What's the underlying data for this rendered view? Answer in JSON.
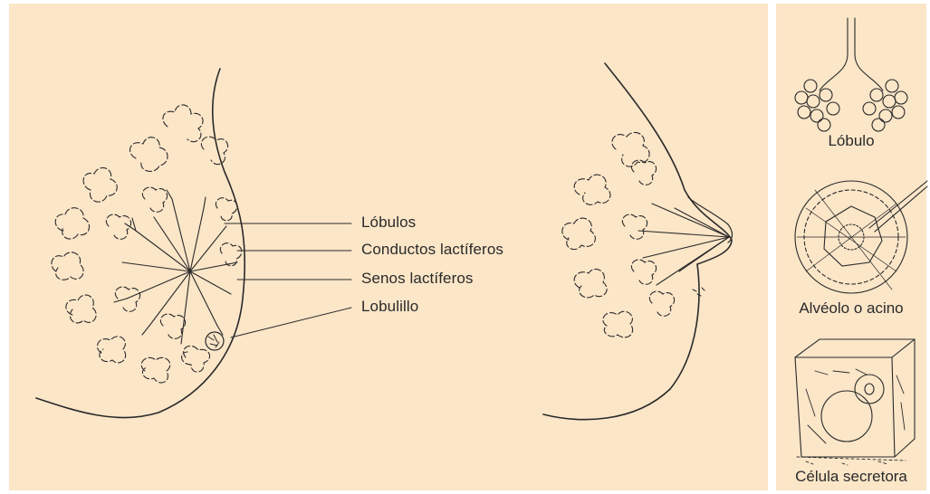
{
  "labels": {
    "lobulos": "Lóbulos",
    "conductos": "Conductos lactíferos",
    "senos": "Senos lactíferos",
    "lobulillo": "Lobulillo"
  },
  "captions": {
    "lobulo": "Lóbulo",
    "alveolo": "Alvéolo o acino",
    "celula": "Célula secretora"
  },
  "colors": {
    "background": "#fbe6c8",
    "ink": "#2a2a2a"
  }
}
